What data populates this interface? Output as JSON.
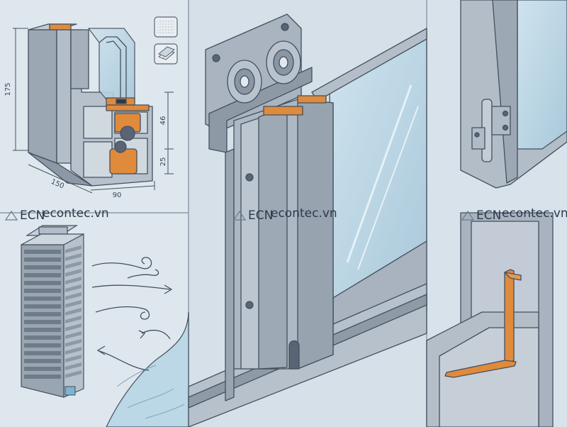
{
  "watermarks": [
    {
      "text": "econtec.vn"
    },
    {
      "text": "econtec.vn"
    },
    {
      "text": "econtec.vn"
    }
  ],
  "logo_text": "ECN",
  "dimensions": {
    "height_left": "175",
    "height_top": "46",
    "height_bottom": "25",
    "width_depth": "150",
    "width_bottom": "90"
  },
  "colors": {
    "background": "#dfe7ee",
    "profile": "#a7b1bd",
    "profile_dark": "#7d8896",
    "glass": "#b9d6e6",
    "accent_orange": "#e08a3c",
    "outline": "#44505e",
    "water": "#bcd7e6"
  },
  "icons": [
    "texture-swatch-icon",
    "layers-swatch-icon"
  ]
}
